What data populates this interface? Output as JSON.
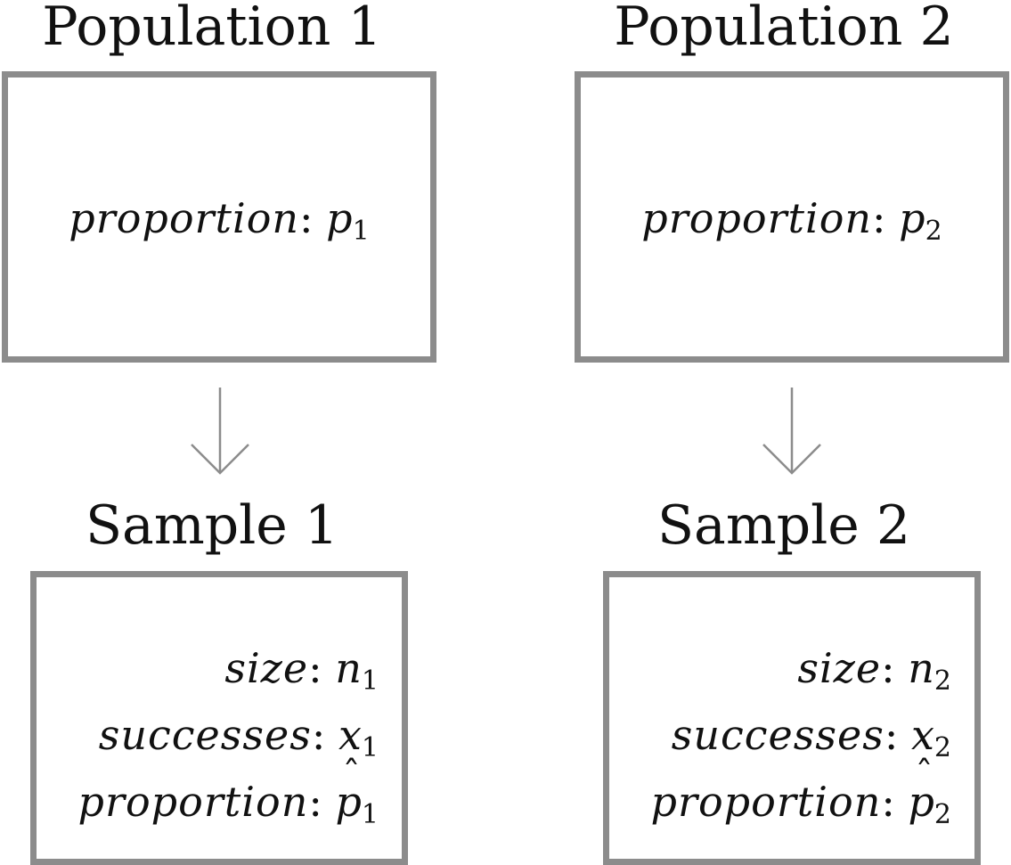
{
  "population_1": {
    "title": "Population 1",
    "proportion_label": "proportion",
    "proportion_var": "p",
    "proportion_sub": "1"
  },
  "population_2": {
    "title": "Population 2",
    "proportion_label": "proportion",
    "proportion_var": "p",
    "proportion_sub": "2"
  },
  "sample_1": {
    "title": "Sample 1",
    "size_label": "size",
    "size_var": "n",
    "size_sub": "1",
    "successes_label": "successes",
    "successes_var": "x",
    "successes_sub": "1",
    "proportion_label": "proportion",
    "proportion_var": "p",
    "proportion_sub": "1"
  },
  "sample_2": {
    "title": "Sample 2",
    "size_label": "size",
    "size_var": "n",
    "size_sub": "2",
    "successes_label": "successes",
    "successes_var": "x",
    "successes_sub": "2",
    "proportion_label": "proportion",
    "proportion_var": "p",
    "proportion_sub": "2"
  },
  "colors": {
    "box_border": "#8c8c8c",
    "arrow": "#8c8c8c",
    "text": "#111111"
  }
}
